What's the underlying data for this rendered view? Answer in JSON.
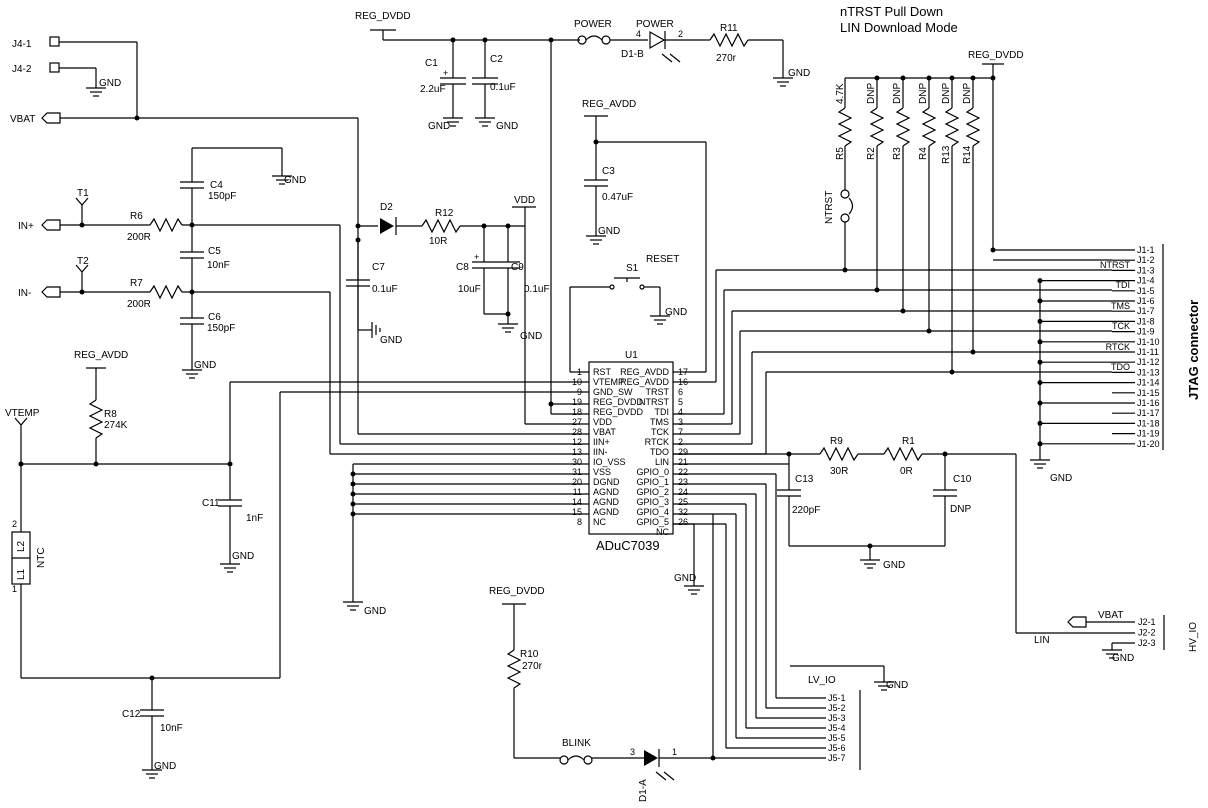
{
  "title": {
    "line1": "nTRST Pull Down",
    "line2": "LIN Download Mode"
  },
  "connectors": {
    "j4_1": "J4-1",
    "j4_2": "J4-2",
    "vbat": "VBAT",
    "in_p": "IN+",
    "in_m": "IN-",
    "vtemp": "VTEMP",
    "t1": "T1",
    "t2": "T2",
    "jtag_name": "JTAG connector",
    "hv_name": "HV_IO",
    "lv_name": "LV_IO"
  },
  "labels": {
    "reg_dvdd": "REG_DVDD",
    "reg_avdd": "REG_AVDD",
    "gnd": "GND",
    "vdd": "VDD",
    "power": "POWER",
    "reset": "RESET",
    "blink": "BLINK",
    "ntrst": "NTRST",
    "lin": "LIN",
    "ntc": "NTC"
  },
  "parts": {
    "c1": "C1",
    "c1v": "2.2uF",
    "c2": "C2",
    "c2v": "0.1uF",
    "c3": "C3",
    "c3v": "0.47uF",
    "c4": "C4",
    "c4v": "150pF",
    "c5": "C5",
    "c5v": "10nF",
    "c6": "C6",
    "c6v": "150pF",
    "c7": "C7",
    "c7v": "0.1uF",
    "c8": "C8",
    "c8v": "10uF",
    "c9": "C9",
    "c9v": "0.1uF",
    "c10": "C10",
    "c10v": "DNP",
    "c11": "C11",
    "c11v": "1nF",
    "c12": "C12",
    "c12v": "10nF",
    "c13": "C13",
    "c13v": "220pF",
    "r1": "R1",
    "r1v": "0R",
    "r6": "R6",
    "r6v": "200R",
    "r7": "R7",
    "r7v": "200R",
    "r8": "R8",
    "r8v": "274K",
    "r9": "R9",
    "r9v": "30R",
    "r10": "R10",
    "r10v": "270r",
    "r11": "R11",
    "r11v": "270r",
    "r12": "R12",
    "r12v": "10R",
    "r5": "R5",
    "r5v": "4.7K",
    "r2": "R2",
    "r3": "R3",
    "r4": "R4",
    "r13": "R13",
    "r14": "R14",
    "dnp": "DNP",
    "d2": "D2",
    "d1b": "D1-B",
    "d1a": "D1-A",
    "s1": "S1",
    "u1": "U1",
    "l1": "L1",
    "l2": "L2",
    "d1b_p4": "4",
    "d1b_p2": "2",
    "d1a_p3": "3",
    "d1a_p1": "1",
    "l_p1": "1",
    "l_p2": "2",
    "chip_name": "ADuC7039"
  },
  "ic_left": [
    {
      "num": "1",
      "name": "RST"
    },
    {
      "num": "10",
      "name": "VTEMP"
    },
    {
      "num": "9",
      "name": "GND_SW"
    },
    {
      "num": "19",
      "name": "REG_DVDD"
    },
    {
      "num": "18",
      "name": "REG_DVDD"
    },
    {
      "num": "27",
      "name": "VDD"
    },
    {
      "num": "28",
      "name": "VBAT"
    },
    {
      "num": "12",
      "name": "IIN+"
    },
    {
      "num": "13",
      "name": "IIN-"
    },
    {
      "num": "30",
      "name": "IO_VSS"
    },
    {
      "num": "31",
      "name": "VSS"
    },
    {
      "num": "20",
      "name": "DGND"
    },
    {
      "num": "11",
      "name": "AGND"
    },
    {
      "num": "14",
      "name": "AGND"
    },
    {
      "num": "15",
      "name": "AGND"
    },
    {
      "num": "8",
      "name": "NC"
    }
  ],
  "ic_right": [
    {
      "num": "17",
      "name": "REG_AVDD"
    },
    {
      "num": "16",
      "name": "REG_AVDD"
    },
    {
      "num": "6",
      "name": "TRST"
    },
    {
      "num": "5",
      "name": "NTRST"
    },
    {
      "num": "4",
      "name": "TDI"
    },
    {
      "num": "3",
      "name": "TMS"
    },
    {
      "num": "7",
      "name": "TCK"
    },
    {
      "num": "2",
      "name": "RTCK"
    },
    {
      "num": "29",
      "name": "TDO"
    },
    {
      "num": "21",
      "name": "LIN"
    },
    {
      "num": "22",
      "name": "GPIO_0"
    },
    {
      "num": "23",
      "name": "GPIO_1"
    },
    {
      "num": "24",
      "name": "GPIO_2"
    },
    {
      "num": "25",
      "name": "GPIO_3"
    },
    {
      "num": "32",
      "name": "GPIO_4"
    },
    {
      "num": "26",
      "name": "GPIO_5"
    },
    {
      "num": "",
      "name": "NC"
    }
  ],
  "jtag_pins": [
    "J1-1",
    "J1-2",
    "J1-3",
    "J1-4",
    "J1-5",
    "J1-6",
    "J1-7",
    "J1-8",
    "J1-9",
    "J1-10",
    "J1-11",
    "J1-12",
    "J1-13",
    "J1-14",
    "J1-15",
    "J1-16",
    "J1-17",
    "J1-18",
    "J1-19",
    "J1-20"
  ],
  "jtag_signals": [
    "NTRST",
    "TDI",
    "TMS",
    "TCK",
    "RTCK",
    "TDO"
  ],
  "j2_pins": [
    "J2-1",
    "J2-2",
    "J2-3"
  ],
  "j5_pins": [
    "J5-1",
    "J5-2",
    "J5-3",
    "J5-4",
    "J5-5",
    "J5-6",
    "J5-7"
  ]
}
